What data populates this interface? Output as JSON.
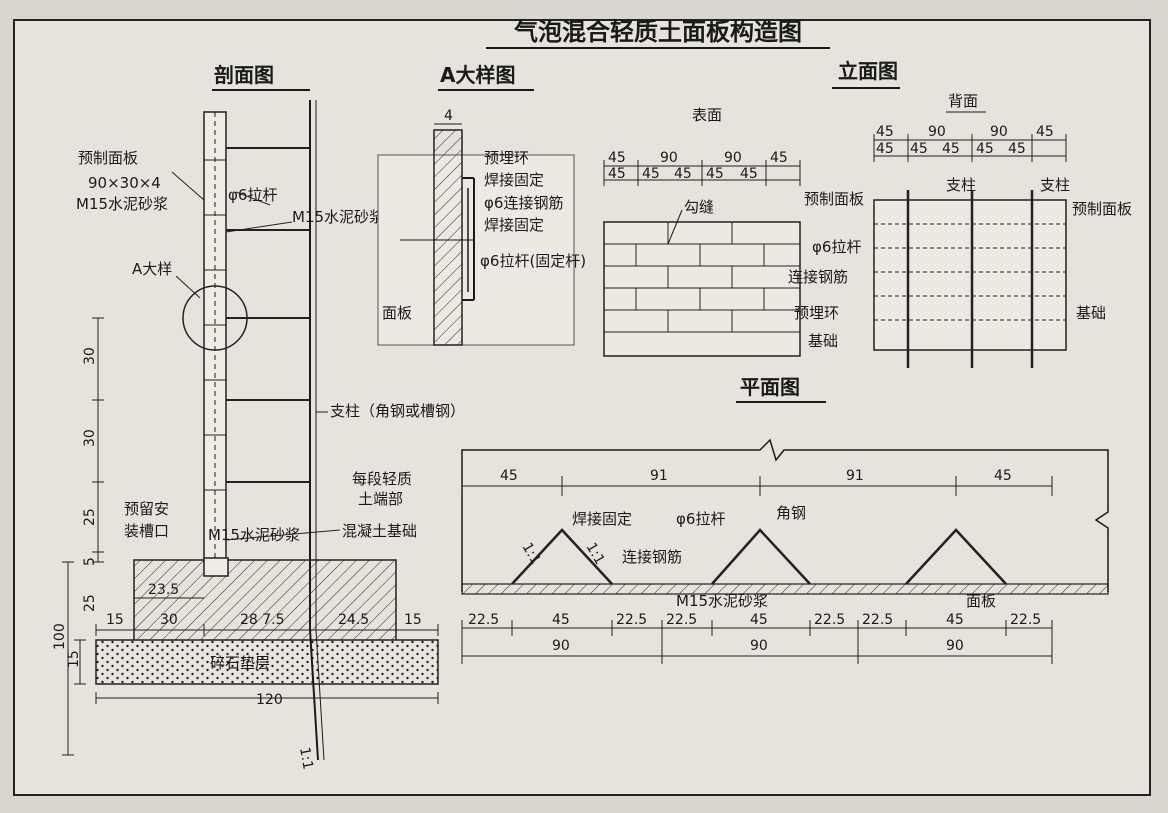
{
  "title": "气泡混合轻质土面板构造图",
  "section": {
    "heading": "剖面图",
    "labels": {
      "panel": "预制面板",
      "panel_size": "90×30×4",
      "mortar1": "M15水泥砂浆",
      "rod": "φ6拉杆",
      "mortar2": "M15水泥砂浆",
      "detail_a": "A大样",
      "column": "支柱（角钢或槽钢）",
      "segment_end_1": "每段轻质",
      "segment_end_2": "土端部",
      "groove_1": "预留安",
      "groove_2": "装槽口",
      "mortar3": "M15水泥砂浆",
      "foundation": "混凝土基础",
      "gravel": "碎石垫层",
      "slope": "1:1"
    },
    "dims": {
      "v30a": "30",
      "v30b": "30",
      "v25a": "25",
      "v5": "5",
      "v25b": "25",
      "v100": "100",
      "v15": "15",
      "d23_5": "23.5",
      "d15a": "15",
      "d30": "30",
      "d28_7_5": "28  7.5",
      "d24_5": "24.5",
      "d15b": "15",
      "d120": "120"
    }
  },
  "detail": {
    "heading": "A大样图",
    "labels": {
      "thickness": "4",
      "ring": "预埋环",
      "weld1": "焊接固定",
      "rebar": "φ6连接钢筋",
      "weld2": "焊接固定",
      "rod_fixed": "φ6拉杆(固定杆)",
      "panel": "面板"
    }
  },
  "elevation": {
    "heading": "立面图",
    "front": {
      "heading": "表面",
      "dims_top": [
        "45",
        "90",
        "90",
        "45"
      ],
      "dims_bottom": [
        "45",
        "45",
        "45",
        "45",
        "45"
      ],
      "joint": "勾缝",
      "panel": "预制面板",
      "rod": "φ6拉杆",
      "rebar": "连接钢筋",
      "ring": "预埋环",
      "base": "基础"
    },
    "back": {
      "heading": "背面",
      "dims_top": [
        "45",
        "90",
        "90",
        "45"
      ],
      "dims_bottom": [
        "45",
        "45",
        "45",
        "45",
        "45"
      ],
      "column1": "支柱",
      "column2": "支柱",
      "panel": "预制面板",
      "base": "基础"
    }
  },
  "plan": {
    "heading": "平面图",
    "dims_top": [
      "45",
      "91",
      "91",
      "45"
    ],
    "labels": {
      "weld": "焊接固定",
      "rod": "φ6拉杆",
      "angle": "角钢",
      "slope1": "1:1",
      "slope2": "1:1",
      "rebar": "连接钢筋",
      "mortar": "M15水泥砂浆",
      "panel": "面板"
    },
    "dims_mid": [
      "22.5",
      "45",
      "22.5",
      "22.5",
      "45",
      "22.5",
      "22.5",
      "45",
      "22.5"
    ],
    "dims_bottom": [
      "90",
      "90",
      "90"
    ]
  }
}
